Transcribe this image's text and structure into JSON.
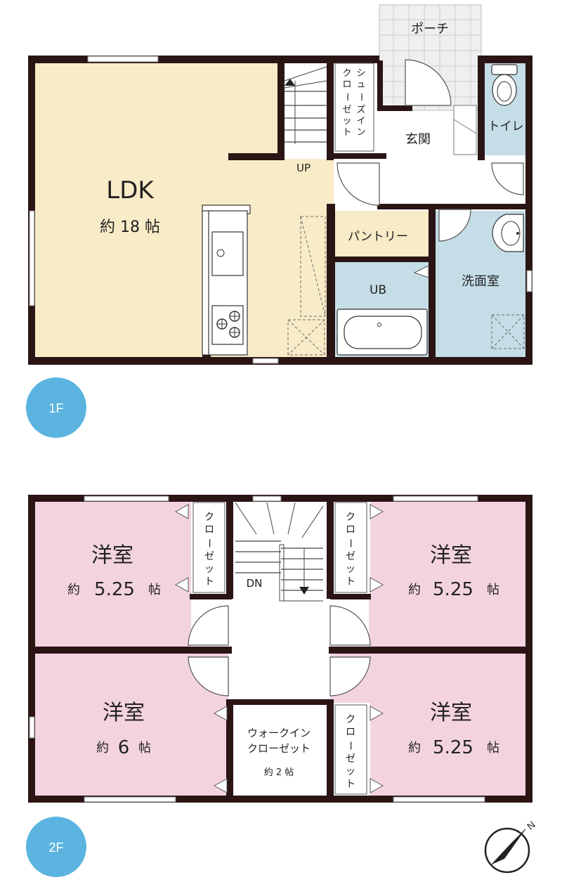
{
  "floor1": {
    "badge": "1F",
    "rooms": {
      "ldk": {
        "name": "LDK",
        "size": "約 18 帖"
      },
      "porch": "ポーチ",
      "shoe_closet": [
        "シ",
        "ュ",
        "ー",
        "ズ",
        "イ",
        "ン",
        "ク",
        "ロ",
        "ー",
        "ゼ",
        "ッ",
        "ト"
      ],
      "entrance": "玄関",
      "toilet": "トイレ",
      "pantry": "パントリー",
      "bath": "UB",
      "washroom": "洗面室",
      "stairs": "UP"
    }
  },
  "floor2": {
    "badge": "2F",
    "rooms": {
      "room_tl": {
        "name": "洋室",
        "size_prefix": "約",
        "size_num": "5.25",
        "size_suffix": "帖"
      },
      "room_tr": {
        "name": "洋室",
        "size_prefix": "約",
        "size_num": "5.25",
        "size_suffix": "帖"
      },
      "room_bl": {
        "name": "洋室",
        "size_prefix": "約",
        "size_num": "6",
        "size_suffix": "帖"
      },
      "room_br": {
        "name": "洋室",
        "size_prefix": "約",
        "size_num": "5.25",
        "size_suffix": "帖"
      },
      "closet_chars": [
        "ク",
        "ロ",
        "ー",
        "ゼ",
        "ッ",
        "ト"
      ],
      "wic_line1": "ウォークイン",
      "wic_line2": "クローゼット",
      "wic_size": "約 2 帖",
      "stairs": "DN"
    }
  },
  "compass": {
    "north": "N"
  },
  "colors": {
    "ldk": "#f8ebc7",
    "wet": "#c4dde6",
    "room": "#f4d3e1",
    "wall": "#2a1414",
    "badge": "#5bb4df"
  }
}
